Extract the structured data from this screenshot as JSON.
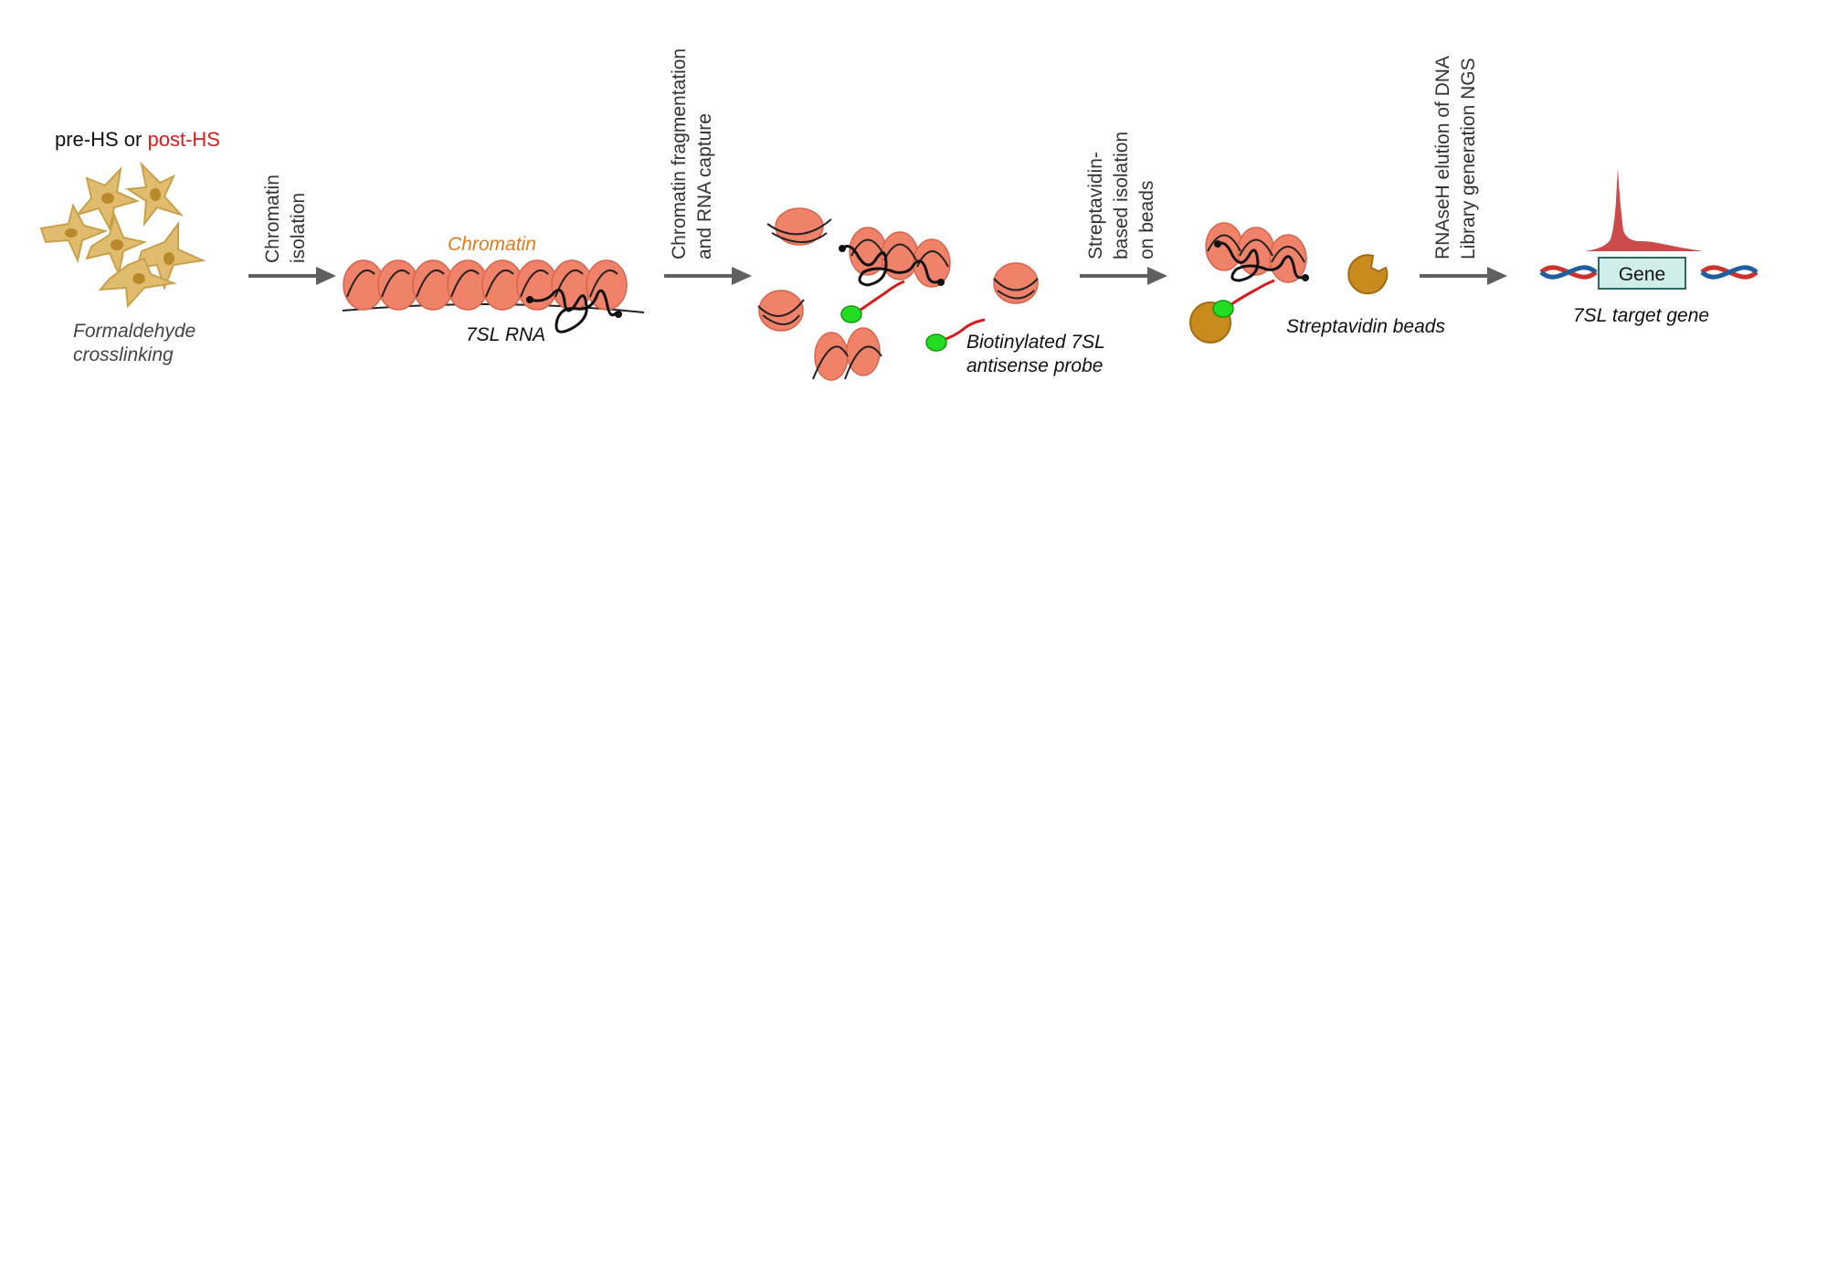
{
  "header": {
    "cell_state_prefix": "pre-HS or ",
    "cell_state_highlight": "post-HS"
  },
  "labels": {
    "crosslinking_line1": "Formaldehyde",
    "crosslinking_line2": "crosslinking",
    "chromatin": "Chromatin",
    "rna": "7SL RNA",
    "probe_line1": "Biotinylated 7SL",
    "probe_line2": "antisense probe",
    "beads": "Streptavidin beads",
    "gene_box": "Gene",
    "target_gene": "7SL target gene"
  },
  "steps": [
    {
      "line1": "Chromatin",
      "line2": "isolation"
    },
    {
      "line1": "Chromatin fragmentation",
      "line2": "and RNA capture"
    },
    {
      "line1": "Streptavidin-",
      "line2": "based isolation",
      "line3": "on beads"
    },
    {
      "line1": "RNAseH elution of DNA",
      "line2": "Library generation NGS"
    }
  ],
  "colors": {
    "nucleosome": "#f0826a",
    "nucleosome_dark": "#d9644c",
    "cell_fill": "#e0bd6e",
    "cell_nucleus": "#b98a2a",
    "bead": "#c98a1e",
    "biotin": "#22dd22",
    "probe": "#d81b1b",
    "chromatin_label": "#e07b1e",
    "post_hs": "#e01b1b",
    "peak": "#cc4a4a",
    "gene_box": "#cfeeea",
    "dna_red": "#d0312d",
    "dna_blue": "#1f5fa0",
    "arrow": "#606060"
  }
}
